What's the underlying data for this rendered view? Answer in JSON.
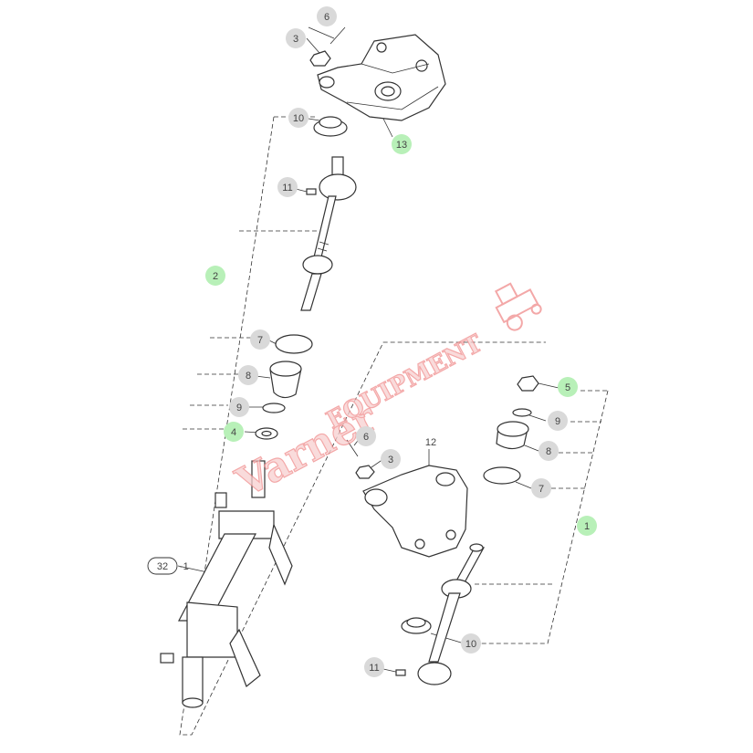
{
  "colors": {
    "callout_gray": "#d9d9d9",
    "callout_green": "#b8f0b8",
    "line": "#333333",
    "watermark": "#f08c8c"
  },
  "callouts": {
    "c6_top": "6",
    "c3_top": "3",
    "c10_top": "10",
    "c13": "13",
    "c11_top": "11",
    "c2": "2",
    "c7_left": "7",
    "c8_left": "8",
    "c9_left": "9",
    "c4": "4",
    "c6_mid": "6",
    "c3_mid": "3",
    "c12": "12",
    "c5": "5",
    "c9_right": "9",
    "c8_right": "8",
    "c7_right": "7",
    "c1": "1",
    "c10_bottom": "10",
    "c11_bottom": "11",
    "c32": "32",
    "c32_suffix": "-1"
  },
  "watermark": {
    "brand": "Varner",
    "sub": "EQUIPMENT",
    "icon": "tractor-icon"
  }
}
